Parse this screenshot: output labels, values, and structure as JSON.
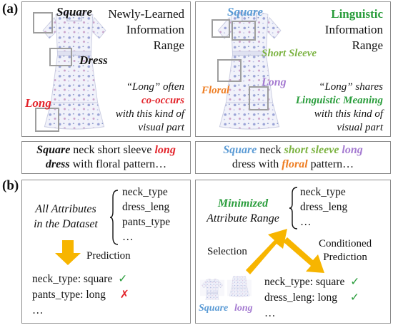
{
  "panel_a": {
    "label": "(a)",
    "left": {
      "title_lines": [
        "Newly-Learned",
        "Information",
        "Range"
      ],
      "tag_square": "Square",
      "tag_dress": "Dress",
      "tag_long": "Long",
      "note_line1": "“Long” often",
      "note_co": "co-occurs",
      "note_line3": "with this kind of",
      "note_line4": "visual part"
    },
    "right": {
      "title_word": "Linguistic",
      "title_lines": [
        "Information",
        "Range"
      ],
      "tag_square": "Square",
      "tag_short_sleeve": "Short Sleeve",
      "tag_long": "Long",
      "tag_floral": "Floral",
      "note_line1": "“Long” shares",
      "note_meaning": "Linguistic Meaning",
      "note_line3": "with this kind of",
      "note_line4": "visual part"
    },
    "caption_left": {
      "square": "Square",
      "neck_short_sleeve": " neck short sleeve ",
      "long": "long",
      "dress": "dress",
      "rest": " with floral pattern…"
    },
    "caption_right": {
      "square": "Square",
      "neck": " neck ",
      "short_sleeve": "short sleeve",
      "long": "long",
      "dress_with": "dress with ",
      "floral": "floral",
      "pattern": " pattern…"
    }
  },
  "panel_b": {
    "label": "(b)",
    "left": {
      "heading_line1": "All Attributes",
      "heading_line2": "in the Dataset",
      "attributes": [
        "neck_type",
        "dress_leng",
        "pants_type",
        "…"
      ],
      "arrow_label": "Prediction",
      "results": [
        {
          "text": "neck_type: square",
          "mark": "✓"
        },
        {
          "text": "pants_type: long",
          "mark": "✗"
        }
      ],
      "ellipsis": "…"
    },
    "right": {
      "heading_line1": "Minimized",
      "heading_line2": "Attribute Range",
      "attributes": [
        "neck_type",
        "dress_leng",
        "…"
      ],
      "selection_label": "Selection",
      "conditioned_line1": "Conditioned",
      "conditioned_line2": "Prediction",
      "thumb_square": "Square",
      "thumb_long": "long",
      "results": [
        {
          "text": "neck_type: square",
          "mark": "✓"
        },
        {
          "text": "dress_leng: long",
          "mark": "✓"
        }
      ],
      "ellipsis": "…"
    }
  },
  "colors": {
    "red": "#e3242b",
    "blue": "#5b9bd5",
    "green": "#2a9d3c",
    "olive": "#7cb342",
    "purple": "#a57bd1",
    "orange": "#ee7d22",
    "arrow": "#f7b500",
    "border": "#8c8c8c"
  }
}
